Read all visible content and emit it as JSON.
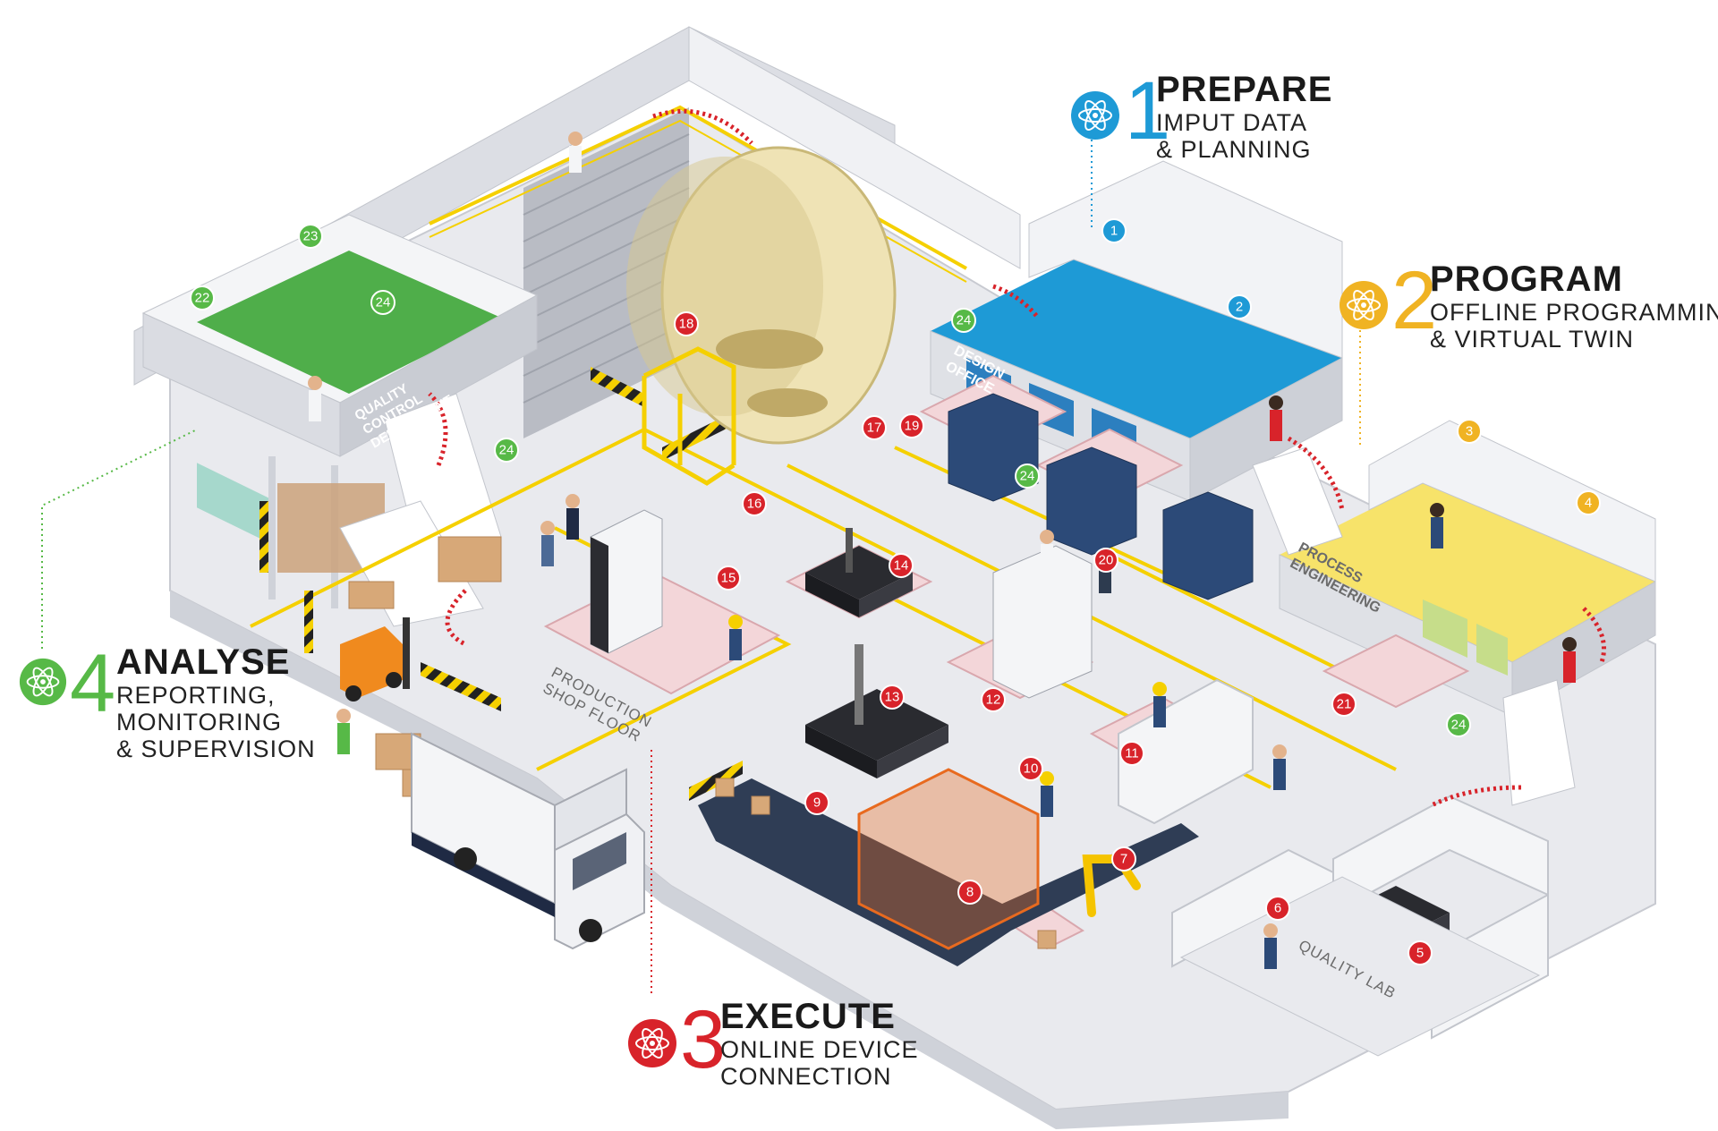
{
  "steps": [
    {
      "num": "1",
      "title": "PREPARE",
      "line1": "IMPUT DATA",
      "line2": "& PLANNING",
      "line3": "",
      "color": "#1e9ad6"
    },
    {
      "num": "2",
      "title": "PROGRAM",
      "line1": "OFFLINE PROGRAMMING",
      "line2": "& VIRTUAL TWIN",
      "line3": "",
      "color": "#f0b323"
    },
    {
      "num": "3",
      "title": "EXECUTE",
      "line1": "ONLINE DEVICE",
      "line2": "CONNECTION",
      "line3": "",
      "color": "#d8232a"
    },
    {
      "num": "4",
      "title": "ANALYSE",
      "line1": "REPORTING,",
      "line2": "MONITORING",
      "line3": "& SUPERVISION",
      "color": "#57b947"
    }
  ],
  "areas": {
    "quality_control": [
      "QUALITY",
      "CONTROL",
      "DEPARTMENT"
    ],
    "design_office": [
      "DESIGN",
      "OFFICE"
    ],
    "process_engineering": [
      "PROCESS",
      "ENGINEERING"
    ],
    "production_floor": [
      "PRODUCTION",
      "SHOP FLOOR"
    ],
    "quality_lab": "QUALITY LAB"
  },
  "badges_blue": [
    "1",
    "2"
  ],
  "badges_yellow": [
    "3",
    "4"
  ],
  "badges_green": [
    "22",
    "23",
    "24",
    "24",
    "24",
    "24",
    "24"
  ],
  "badges_red": [
    "5",
    "6",
    "7",
    "8",
    "9",
    "10",
    "11",
    "12",
    "13",
    "14",
    "15",
    "16",
    "17",
    "18",
    "19",
    "20",
    "21"
  ],
  "colors": {
    "prepare": "#1e9ad6",
    "program": "#f0b323",
    "execute": "#d8232a",
    "analyse": "#57b947",
    "floor": "#e9eaee",
    "wall": "#d7d9df",
    "highlight": "#f3d6d9",
    "hazard": "#f5d000"
  }
}
